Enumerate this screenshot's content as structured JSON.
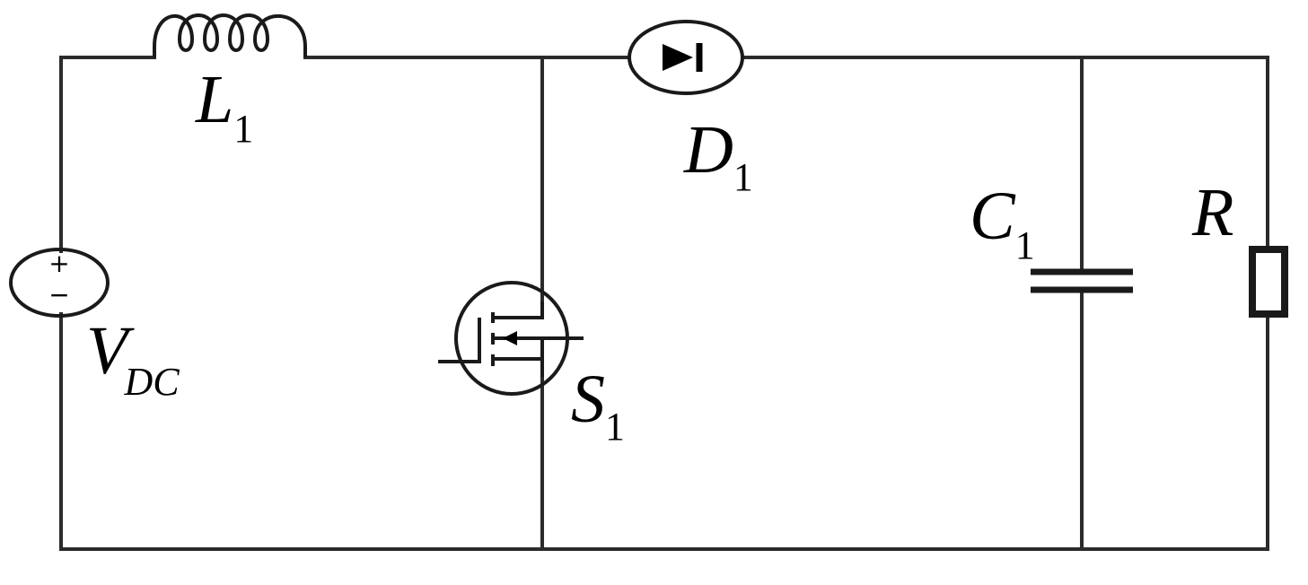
{
  "labels": {
    "inductor": {
      "main": "L",
      "sub": "1"
    },
    "diode": {
      "main": "D",
      "sub": "1"
    },
    "capacitor": {
      "main": "C",
      "sub": "1"
    },
    "resistor": {
      "main": "R",
      "sub": ""
    },
    "switch": {
      "main": "S",
      "sub": "1"
    },
    "source": {
      "main": "V",
      "sub": "DC"
    }
  },
  "source_signs": {
    "plus": "+",
    "minus": "−"
  }
}
